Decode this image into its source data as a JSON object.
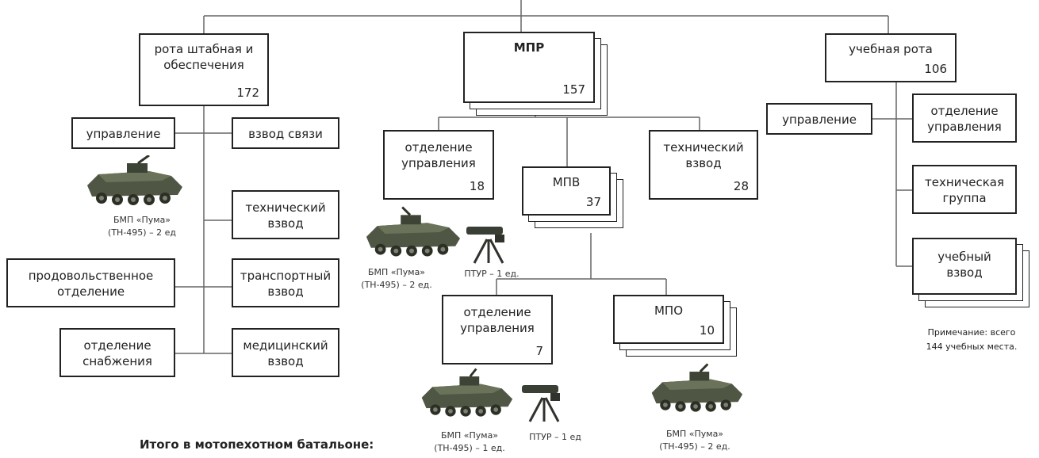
{
  "boxes": {
    "rota_shtab": {
      "label": "рота штабная и\nобеспечения",
      "num": "172"
    },
    "mpr": {
      "label": "МПР",
      "num": "157"
    },
    "uchebnaya_rota": {
      "label": "учебная рота",
      "num": "106"
    },
    "upravlenie_left": {
      "label": "управление"
    },
    "vzvod_svyazi": {
      "label": "взвод связи"
    },
    "tekh_vzvod_left": {
      "label": "технический\nвзвод"
    },
    "prodov_otdel": {
      "label": "продовольственное\nотделение"
    },
    "transport_vzvod": {
      "label": "транспортный\nвзвод"
    },
    "otdel_snabzh": {
      "label": "отделение\nснабжения"
    },
    "med_vzvod": {
      "label": "медицинский\nвзвод"
    },
    "otdel_upr_mpr": {
      "label": "отделение\nуправления",
      "num": "18"
    },
    "mpv": {
      "label": "МПВ",
      "num": "37"
    },
    "tekh_vzvod_mpr": {
      "label": "технический\nвзвод",
      "num": "28"
    },
    "otdel_upr_mpv": {
      "label": "отделение\nуправления",
      "num": "7"
    },
    "mpo": {
      "label": "МПО",
      "num": "10"
    },
    "upravlenie_right": {
      "label": "управление"
    },
    "otdel_upr_right": {
      "label": "отделение\nуправления"
    },
    "tekh_gruppa": {
      "label": "техническая\nгруппа"
    },
    "uchebny_vzvod": {
      "label": "учебный\nвзвод"
    }
  },
  "captions": {
    "bmp_left": "БМП «Пума»\n(ТН-495) – 2 ед",
    "bmp_mpr": "БМП «Пума»\n(ТН-495) – 2 ед.",
    "ptur_mpr": "ПТУР – 1 ед.",
    "bmp_mpv": "БМП «Пума»\n(ТН-495) – 1 ед.",
    "ptur_mpv": "ПТУР – 1 ед",
    "bmp_mpo": "БМП «Пума»\n(ТН-495) – 2 ед."
  },
  "note": "Примечание: всего\n144 учебных места.",
  "total": "Итого в мотопехотном батальоне:"
}
